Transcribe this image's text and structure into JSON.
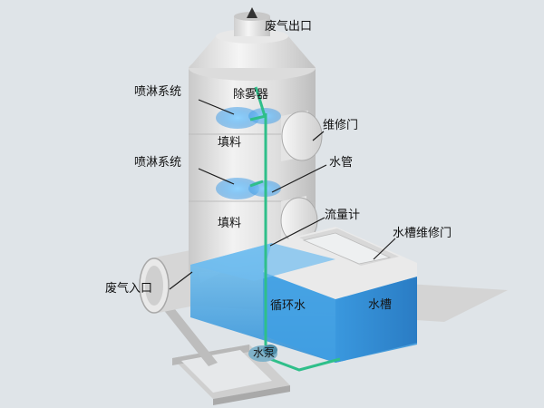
{
  "labels": {
    "exhaust_outlet": "废气出口",
    "demister": "除雾器",
    "spray_system_upper": "喷淋系统",
    "spray_system_lower": "喷淋系统",
    "packing_upper": "填料",
    "packing_lower": "填料",
    "maintenance_door": "维修门",
    "water_pipe": "水管",
    "flow_meter": "流量计",
    "tank_maintenance_door": "水槽维修门",
    "exhaust_inlet": "废气入口",
    "circulating_water": "循环水",
    "water_tank": "水槽",
    "water_pump": "水泵"
  },
  "colors": {
    "background": "#dfe4e8",
    "tower": "#e3e3e3",
    "water": "#4aa9e6",
    "pipe": "#2fbf8a",
    "frame": "#cfcfcf"
  }
}
